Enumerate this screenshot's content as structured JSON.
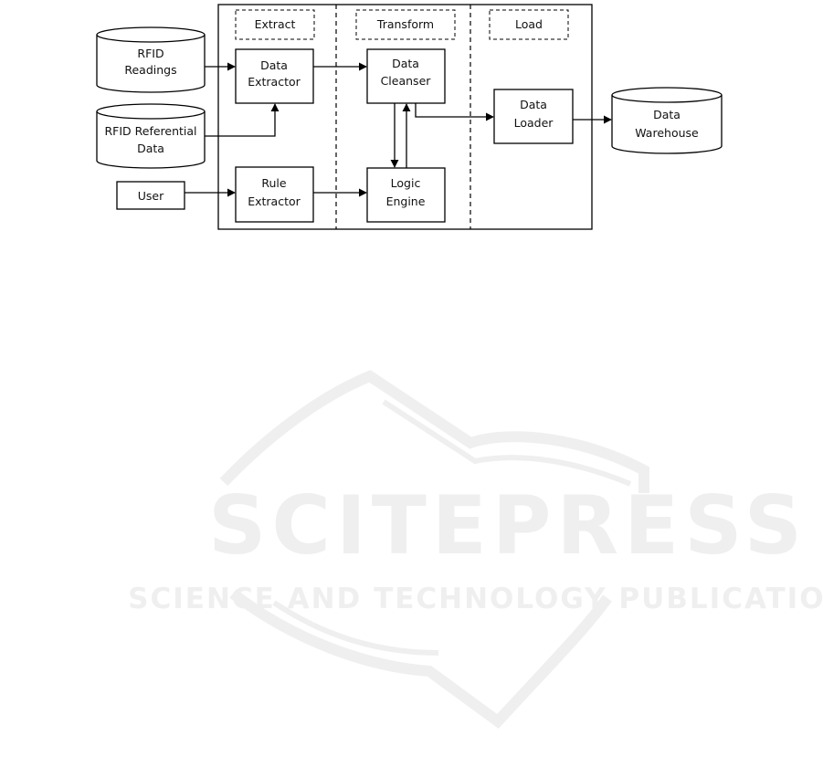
{
  "stages": {
    "extract": "Extract",
    "transform": "Transform",
    "load": "Load"
  },
  "sources": {
    "rfid_readings": [
      "RFID",
      "Readings"
    ],
    "rfid_referential": [
      "RFID Referential",
      "Data"
    ],
    "user": "User"
  },
  "components": {
    "data_extractor": [
      "Data",
      "Extractor"
    ],
    "rule_extractor": [
      "Rule",
      "Extractor"
    ],
    "data_cleanser": [
      "Data",
      "Cleanser"
    ],
    "logic_engine": [
      "Logic",
      "Engine"
    ],
    "data_loader": [
      "Data",
      "Loader"
    ]
  },
  "target": {
    "data_warehouse": [
      "Data",
      "Warehouse"
    ]
  },
  "watermark": {
    "title": "SCITEPRESS",
    "subtitle": "SCIENCE AND TECHNOLOGY PUBLICATIONS",
    "color": "#efefef"
  }
}
